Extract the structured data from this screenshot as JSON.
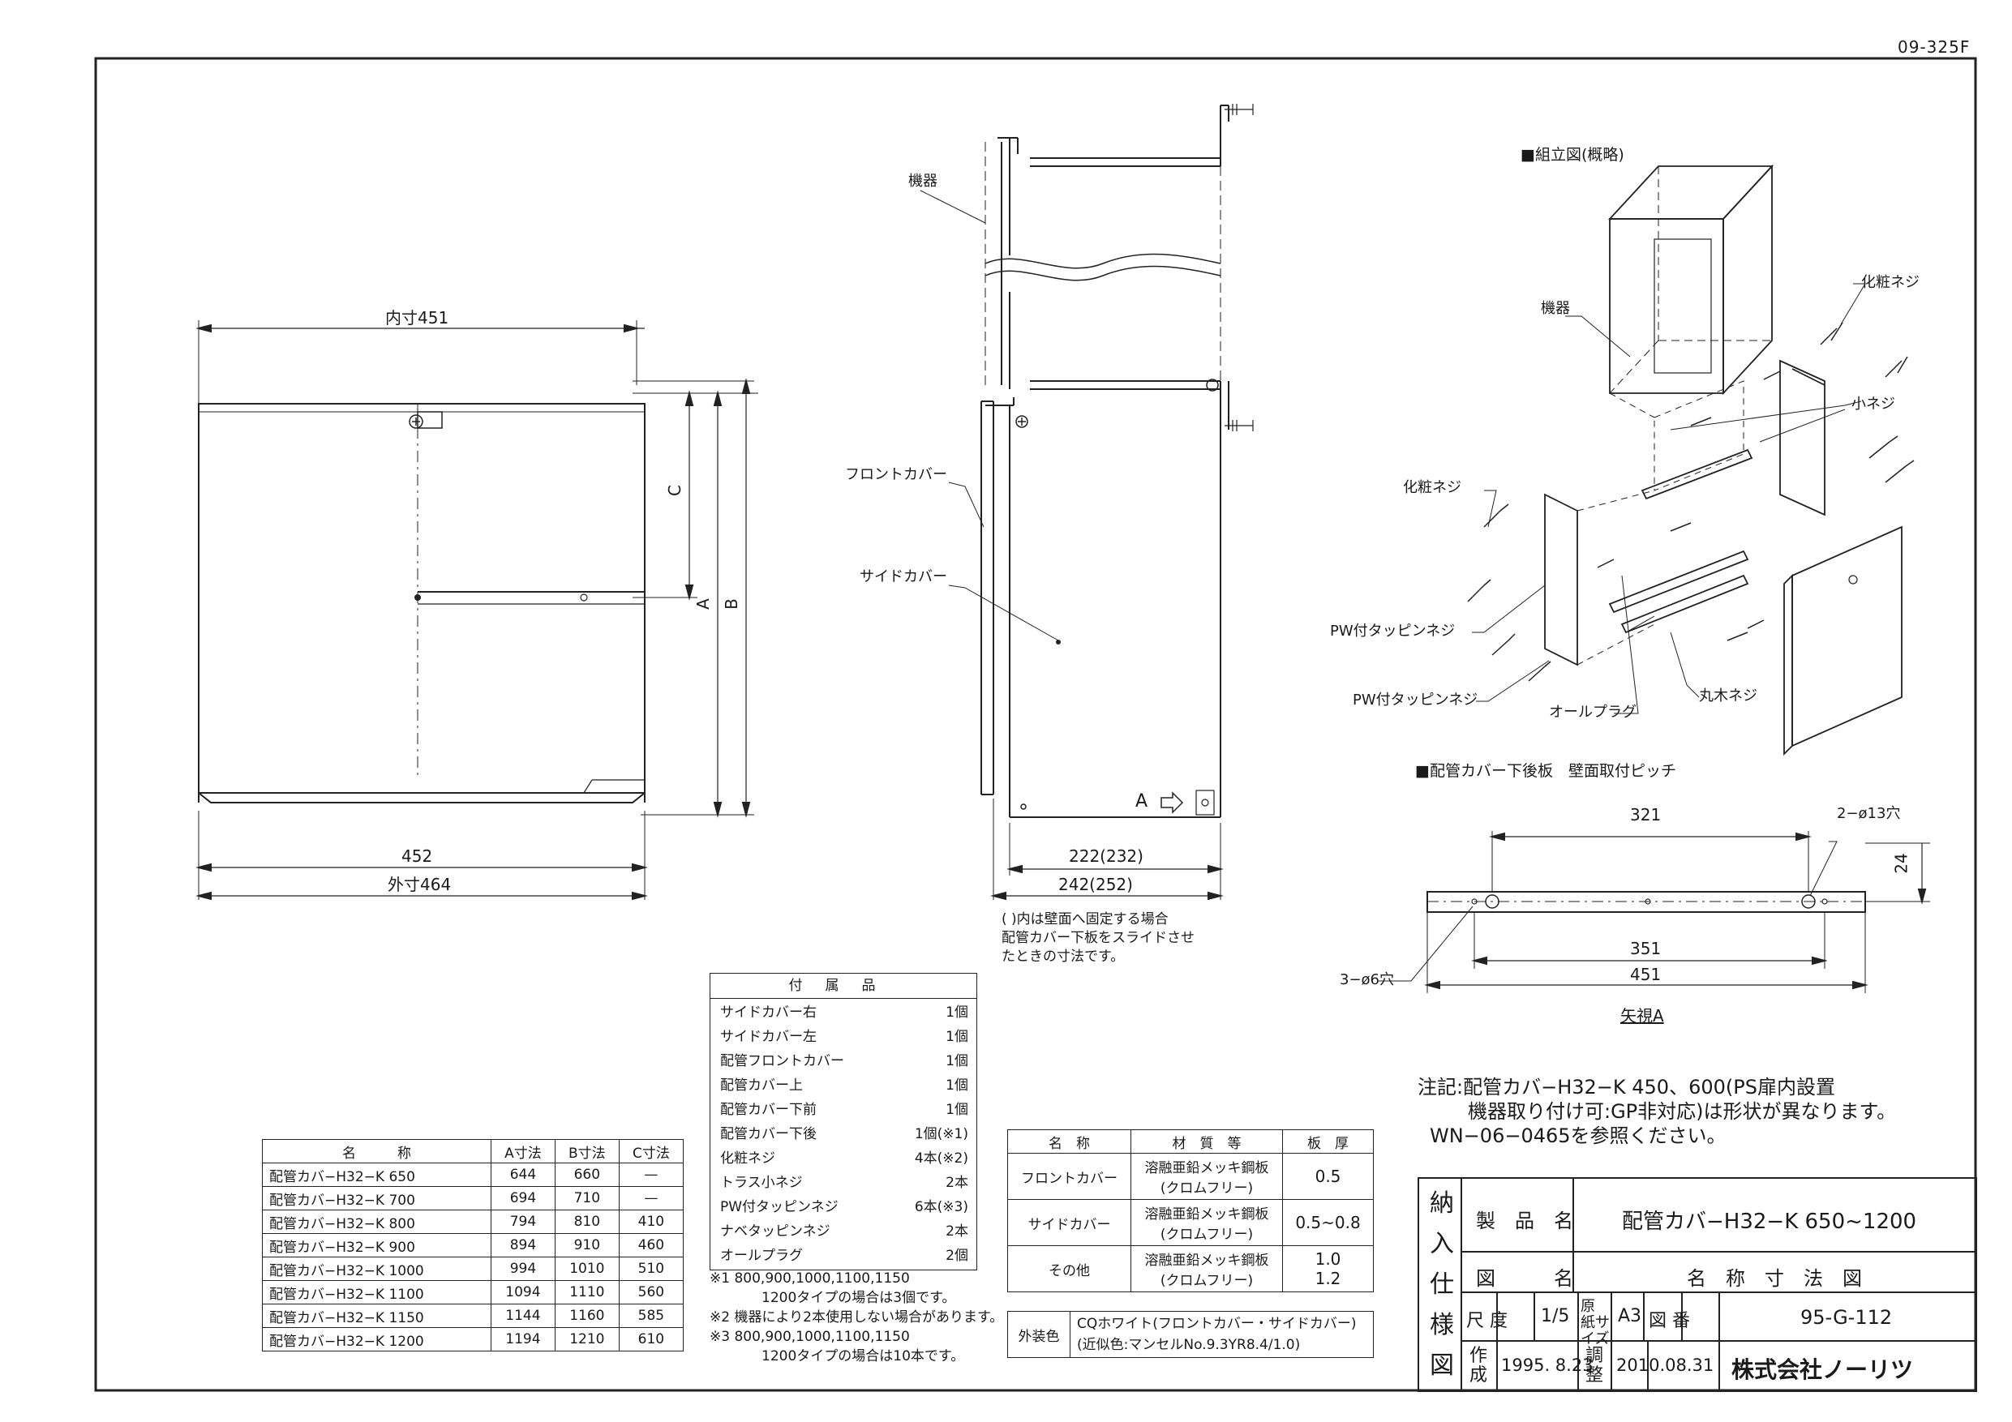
{
  "doc_code": "09-325F",
  "front_view": {
    "inner_width": "内寸451",
    "dim_452": "452",
    "outer_width": "外寸464",
    "label_a": "A",
    "label_b": "B",
    "label_c": "C"
  },
  "side_view": {
    "label_kiki": "機器",
    "label_front_cover": "フロントカバー",
    "label_side_cover": "サイドカバー",
    "arrow_a": "A⇨",
    "dim_222": "222(232)",
    "dim_242": "242(252)",
    "note_lines": [
      "( )内は壁面へ固定する場合",
      "配管カバー下板をスライドさせ",
      "たときの寸法です。"
    ]
  },
  "assembly": {
    "title": "■組立図(概略)",
    "label_kiki": "機器",
    "label_keshou_1": "化粧ネジ",
    "label_koneji": "小ネジ",
    "label_keshou_2": "化粧ネジ",
    "label_pw_1": "PW付タッピンネジ",
    "label_pw_2": "PW付タッピンネジ",
    "label_allplug": "オールプラグ",
    "label_marukineji": "丸木ネジ"
  },
  "pitch": {
    "title": "■配管カバー下後板　壁面取付ピッチ",
    "dim_321": "321",
    "hole_2": "2−ø13穴",
    "dim_24": "24",
    "hole_3": "3−ø6穴",
    "dim_351": "351",
    "dim_451": "451",
    "view_label": "矢視A"
  },
  "dimension_table": {
    "headers": [
      "名　　　称",
      "A寸法",
      "B寸法",
      "C寸法"
    ],
    "rows": [
      [
        "配管カバ−H32−K 650",
        "644",
        "660",
        "—"
      ],
      [
        "配管カバ−H32−K 700",
        "694",
        "710",
        "—"
      ],
      [
        "配管カバ−H32−K 800",
        "794",
        "810",
        "410"
      ],
      [
        "配管カバ−H32−K 900",
        "894",
        "910",
        "460"
      ],
      [
        "配管カバ−H32−K 1000",
        "994",
        "1010",
        "510"
      ],
      [
        "配管カバ−H32−K 1100",
        "1094",
        "1110",
        "560"
      ],
      [
        "配管カバ−H32−K 1150",
        "1144",
        "1160",
        "585"
      ],
      [
        "配管カバ−H32−K 1200",
        "1194",
        "1210",
        "610"
      ]
    ]
  },
  "accessories": {
    "header": "付属品",
    "items": [
      [
        "サイドカバー右",
        "1個"
      ],
      [
        "サイドカバー左",
        "1個"
      ],
      [
        "配管フロントカバー",
        "1個"
      ],
      [
        "配管カバー上",
        "1個"
      ],
      [
        "配管カバー下前",
        "1個"
      ],
      [
        "配管カバー下後",
        "1個(※1)"
      ],
      [
        "化粧ネジ",
        "4本(※2)"
      ],
      [
        "トラス小ネジ",
        "2本"
      ],
      [
        "PW付タッピンネジ",
        "6本(※3)"
      ],
      [
        "ナベタッピンネジ",
        "2本"
      ],
      [
        "オールプラグ",
        "2個"
      ]
    ],
    "footnotes": [
      "※1 800,900,1000,1100,1150",
      "1200タイプの場合は3個です。",
      "※2 機器により2本使用しない場合があります。",
      "※3 800,900,1000,1100,1150",
      "1200タイプの場合は10本です。"
    ]
  },
  "material_table": {
    "headers": [
      "名　称",
      "材　質　等",
      "板　厚"
    ],
    "rows": [
      [
        "フロントカバー",
        "溶融亜鉛メッキ鋼板",
        "(クロムフリー)",
        "0.5"
      ],
      [
        "サイドカバー",
        "溶融亜鉛メッキ鋼板",
        "(クロムフリー)",
        "0.5~0.8"
      ],
      [
        "その他",
        "溶融亜鉛メッキ鋼板",
        "(クロムフリー)",
        "1.0",
        "1.2"
      ]
    ],
    "finish_label": "外装色",
    "finish_line1": "CQホワイト(フロントカバー・サイドカバー)",
    "finish_line2": "(近似色:マンセルNo.9.3YR8.4/1.0)"
  },
  "notes": {
    "line1": "注記:配管カバ−H32−K 450、600(PS扉内設置",
    "line2": "機器取り付け可:GP非対応)は形状が異なります。",
    "line3": "WN−06−0465を参照ください。"
  },
  "title_block": {
    "nouyu": [
      "納",
      "入",
      "仕",
      "様",
      "図"
    ],
    "product_label": "製　品　名",
    "product_value": "配管カバ−H32−K 650~1200",
    "drawing_label": "図　　　名",
    "drawing_value": "名　称　寸　法　図",
    "scale_label": "尺 度",
    "scale_value": "1/5",
    "paper_label": "原 紙サイズ",
    "paper_value": "A3",
    "number_label": "図 番",
    "number_value": "95-G-112",
    "created_label": "作成",
    "created_value": "1995. 8.23",
    "adjusted_label": "調整",
    "adjusted_value": "2010.08.31",
    "company": "株式会社ノーリツ"
  }
}
